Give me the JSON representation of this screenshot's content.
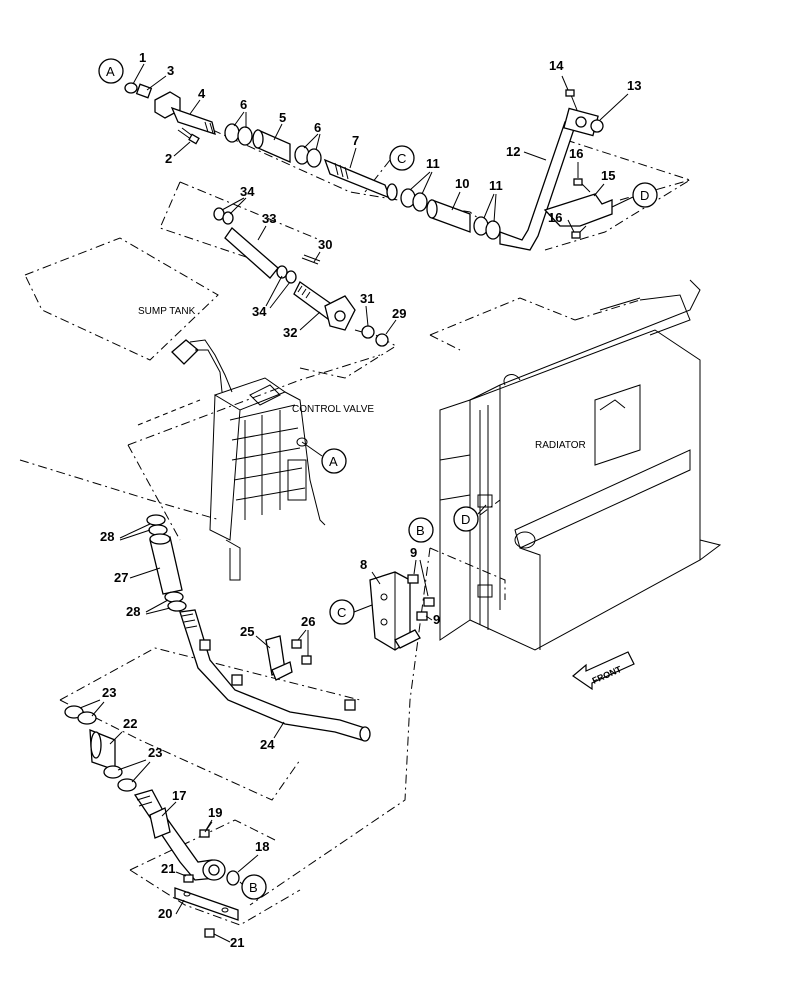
{
  "labels": {
    "sump_tank": "SUMP TANK",
    "control_valve": "CONTROL VALVE",
    "radiator": "RADIATOR",
    "front": "FRONT"
  },
  "callouts": {
    "a_top": "A",
    "a_valve": "A",
    "b_radiator": "B",
    "b_bottom": "B",
    "c_pipe": "C",
    "c_bracket": "C",
    "d_bracket": "D",
    "d_radiator": "D"
  },
  "parts": {
    "p1": "1",
    "p2": "2",
    "p3": "3",
    "p4": "4",
    "p5": "5",
    "p6a": "6",
    "p6b": "6",
    "p7": "7",
    "p8": "8",
    "p9a": "9",
    "p9b": "9",
    "p10": "10",
    "p11a": "11",
    "p11b": "11",
    "p12": "12",
    "p13": "13",
    "p14": "14",
    "p15": "15",
    "p16a": "16",
    "p16b": "16",
    "p17": "17",
    "p18": "18",
    "p19": "19",
    "p20": "20",
    "p21a": "21",
    "p21b": "21",
    "p22": "22",
    "p23a": "23",
    "p23b": "23",
    "p24": "24",
    "p25": "25",
    "p26": "26",
    "p27": "27",
    "p28a": "28",
    "p28b": "28",
    "p29": "29",
    "p30": "30",
    "p31": "31",
    "p32": "32",
    "p33": "33",
    "p34a": "34",
    "p34b": "34"
  }
}
